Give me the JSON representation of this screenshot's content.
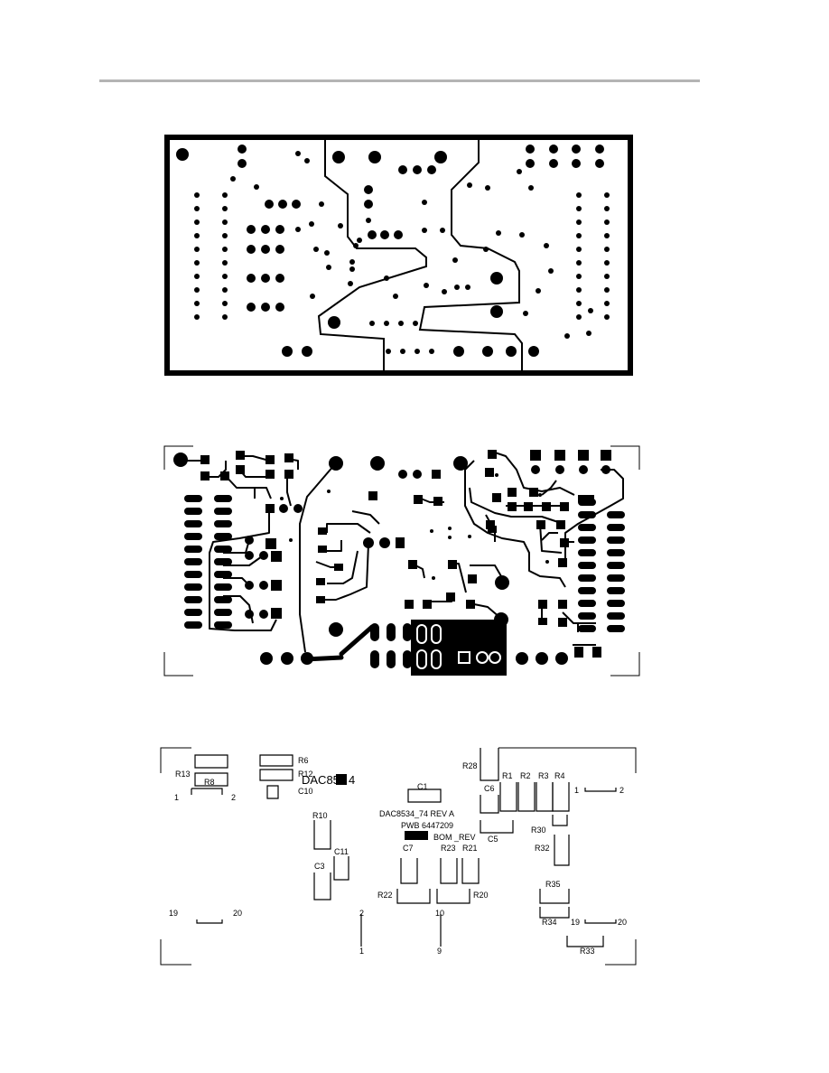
{
  "header": {
    "rule_color": "#b4b4b4"
  },
  "colors": {
    "copper": "#000000",
    "background": "#ffffff"
  },
  "board_label": {
    "part": "DAC85",
    "part_suffix": "4",
    "name_line": "DAC8534_74 REV A",
    "pwb_line": "PWB 6447209",
    "bom_line": "BOM _REV"
  },
  "silkscreen": {
    "refs": [
      "R6",
      "R12",
      "C10",
      "R13",
      "R8",
      "R28",
      "R1",
      "R2",
      "R3",
      "R4",
      "C6",
      "C1",
      "R10",
      "C11",
      "C3",
      "C7",
      "R23",
      "R21",
      "C5",
      "R30",
      "R32",
      "R22",
      "R20",
      "R35",
      "R34",
      "R33"
    ],
    "pin_numbers": [
      "1",
      "2",
      "19",
      "20",
      "2",
      "1",
      "10",
      "9",
      "1",
      "2",
      "19",
      "20"
    ]
  }
}
